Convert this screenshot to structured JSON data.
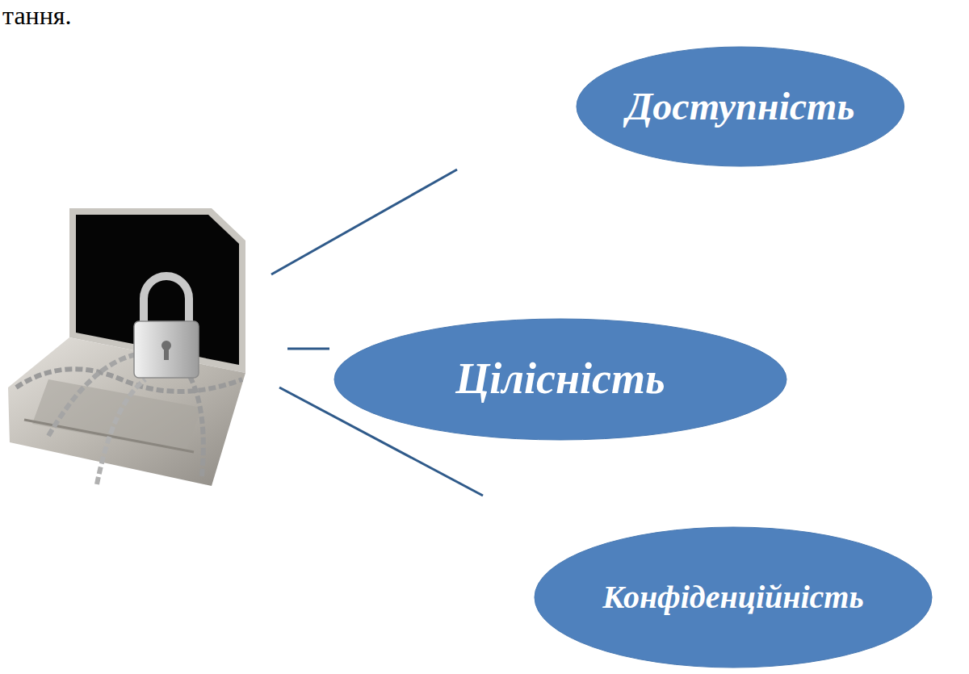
{
  "diagram": {
    "nodes": [
      {
        "text": [
          "Доступність"
        ]
      },
      {
        "text": [
          "Цілісність"
        ]
      },
      {
        "text": [
          "Конфіденційність"
        ]
      }
    ],
    "labels": [
      "тання."
    ]
  }
}
